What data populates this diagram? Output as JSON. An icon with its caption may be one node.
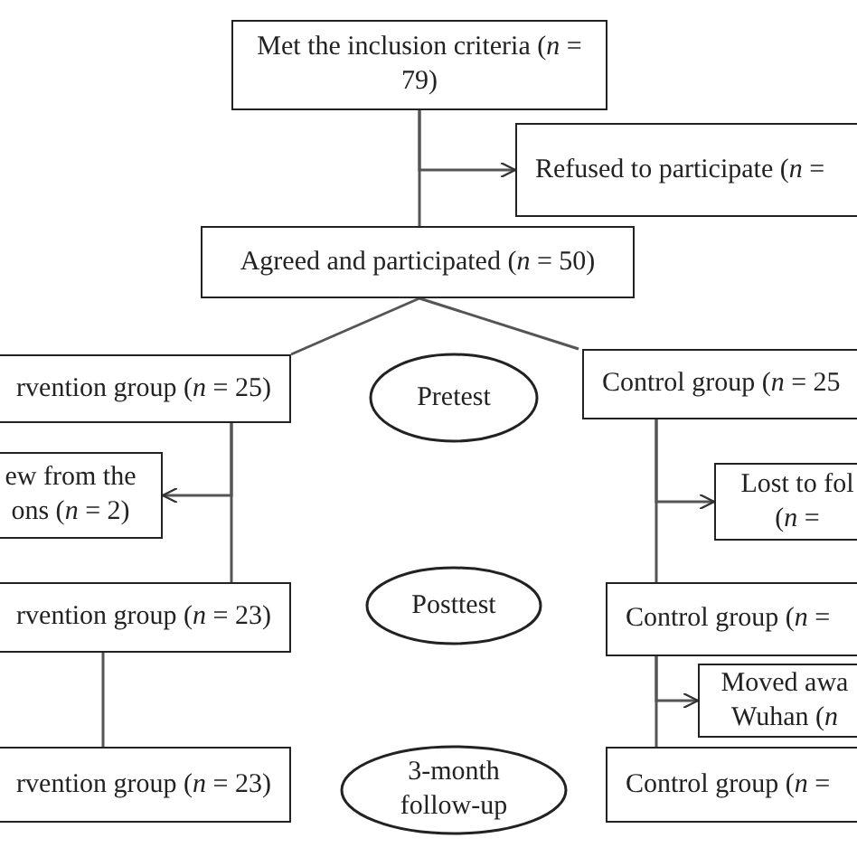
{
  "diagram": {
    "nodes": [
      {
        "text": [
          "Met the inclusion criteria (*n* = 79)"
        ]
      },
      {
        "text": [
          "Refused to participate (*n* ="
        ]
      },
      {
        "text": [
          "Agreed and participated (*n* = 50)"
        ]
      },
      {
        "text": [
          "rvention group (*n* = 25)"
        ]
      },
      {
        "text": [
          "Pretest"
        ]
      },
      {
        "text": [
          "Control group (*n* = 25"
        ]
      },
      {
        "text": [
          "ew from the ons (*n* = 2)"
        ]
      },
      {
        "text": [
          "Lost to fol (*n* ="
        ]
      },
      {
        "text": [
          "rvention group (*n* = 23)"
        ]
      },
      {
        "text": [
          "Posttest"
        ]
      },
      {
        "text": [
          "Control group (*n* ="
        ]
      },
      {
        "text": [
          "Moved awa Wuhan (*n*"
        ]
      },
      {
        "text": [
          "rvention group (*n* = 23)"
        ]
      },
      {
        "text": [
          "3-month follow-up"
        ]
      },
      {
        "text": [
          "Control group (*n* ="
        ]
      }
    ],
    "edges": [
      {
        "from": 0,
        "to": 1,
        "arrow": "to"
      },
      {
        "from": 0,
        "to": 2,
        "arrow": "none"
      },
      {
        "from": 2,
        "to": 3,
        "arrow": "none"
      },
      {
        "from": 2,
        "to": 5,
        "arrow": "none"
      },
      {
        "from": 3,
        "to": 6,
        "arrow": "to"
      },
      {
        "from": 3,
        "to": 8,
        "arrow": "none"
      },
      {
        "from": 5,
        "to": 7,
        "arrow": "to"
      },
      {
        "from": 5,
        "to": 10,
        "arrow": "none"
      },
      {
        "from": 8,
        "to": 12,
        "arrow": "none"
      },
      {
        "from": 10,
        "to": 11,
        "arrow": "to"
      },
      {
        "from": 10,
        "to": 14,
        "arrow": "none"
      }
    ]
  }
}
